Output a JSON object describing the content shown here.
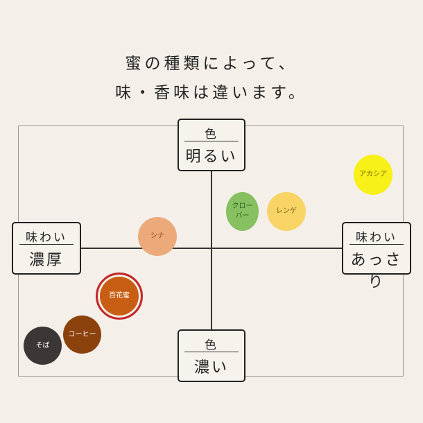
{
  "title": {
    "line1": "蜜の種類によって、",
    "line2": "味・香味は違います。"
  },
  "axes": {
    "top": {
      "small": "色",
      "large": "明るい"
    },
    "bottom": {
      "small": "色",
      "large": "濃い"
    },
    "left": {
      "small": "味わい",
      "large": "濃厚"
    },
    "right": {
      "small": "味わい",
      "large": "あっさり"
    }
  },
  "honeys": [
    {
      "name": "アカシア",
      "color": "#f7f019"
    },
    {
      "name": "クローバー",
      "color": "#86c061"
    },
    {
      "name": "レンゲ",
      "color": "#f8d467"
    },
    {
      "name": "シナ",
      "color": "#eca97a"
    },
    {
      "name": "百花蜜",
      "color": "#c85e14",
      "ring": "#c4262a"
    },
    {
      "name": "コーヒー",
      "color": "#8b420d"
    },
    {
      "name": "そば",
      "color": "#3b3737"
    }
  ]
}
